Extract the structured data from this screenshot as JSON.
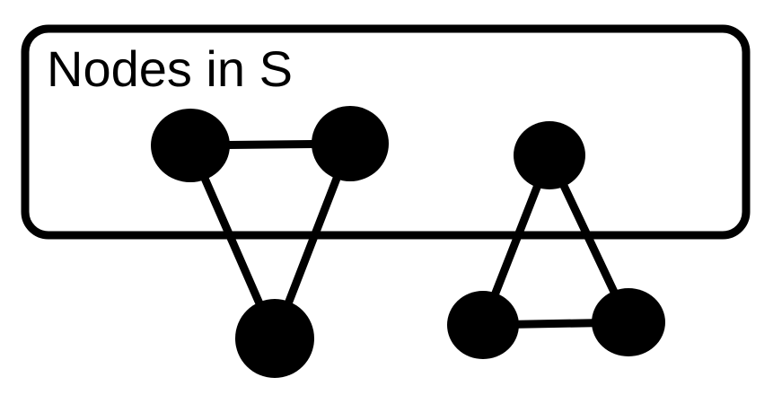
{
  "set_box": {
    "label": "Nodes in S"
  },
  "graph": {
    "nodes": [
      {
        "id": "a"
      },
      {
        "id": "b"
      },
      {
        "id": "c"
      },
      {
        "id": "d"
      },
      {
        "id": "e"
      },
      {
        "id": "f"
      }
    ],
    "edges": [
      [
        "a",
        "b"
      ],
      [
        "a",
        "c"
      ],
      [
        "b",
        "c"
      ],
      [
        "d",
        "e"
      ],
      [
        "d",
        "f"
      ],
      [
        "e",
        "f"
      ]
    ]
  },
  "colors": {
    "ink": "#000000",
    "background": "#ffffff"
  }
}
